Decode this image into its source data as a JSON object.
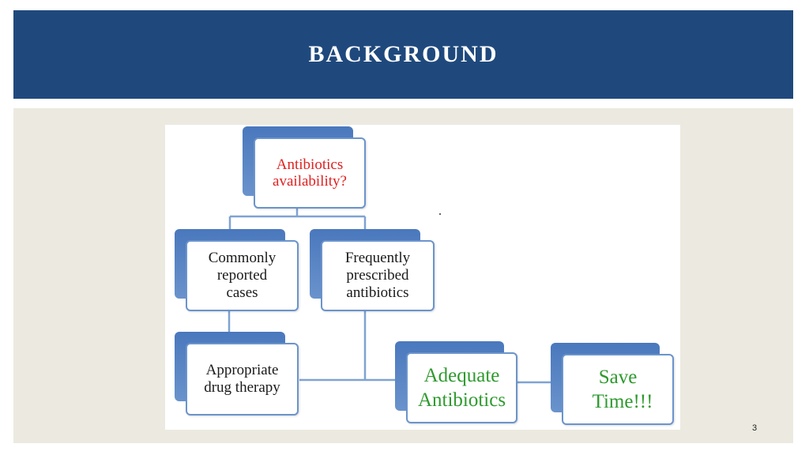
{
  "slide": {
    "title": "BACKGROUND",
    "page_number": "3"
  },
  "diagram": {
    "nodes": {
      "antibiotics_availability": {
        "text": "Antibiotics\navailability?",
        "color": "#e02020"
      },
      "commonly_reported_cases": {
        "text": "Commonly\nreported\ncases",
        "color": "#1a1a1a"
      },
      "frequently_prescribed": {
        "text": "Frequently\nprescribed\nantibiotics",
        "color": "#1a1a1a"
      },
      "appropriate_drug_therapy": {
        "text": "Appropriate\ndrug therapy",
        "color": "#1a1a1a"
      },
      "adequate_antibiotics": {
        "text": "Adequate\nAntibiotics",
        "color": "#2e9a2e"
      },
      "save_time": {
        "text": "Save\n  Time!!!",
        "color": "#2e9a2e"
      }
    },
    "edges": [
      {
        "from": "antibiotics_availability",
        "to": "commonly_reported_cases"
      },
      {
        "from": "antibiotics_availability",
        "to": "frequently_prescribed"
      },
      {
        "from": "commonly_reported_cases",
        "to": "appropriate_drug_therapy"
      },
      {
        "from": "frequently_prescribed",
        "to": "adequate_antibiotics"
      },
      {
        "from": "appropriate_drug_therapy",
        "to": "adequate_antibiotics"
      },
      {
        "from": "adequate_antibiotics",
        "to": "save_time"
      }
    ],
    "colors": {
      "header": "#1f497d",
      "background": "#eceae0",
      "node_border": "#6b94cc",
      "node_shadow": "#4a78bd",
      "connector": "#7fa3d1"
    }
  }
}
